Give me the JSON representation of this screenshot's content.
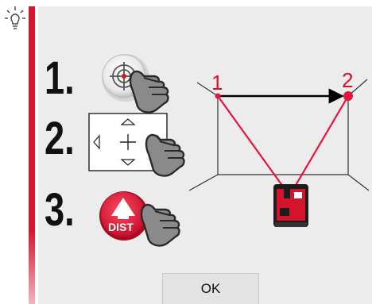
{
  "steps": [
    {
      "number": "1.",
      "icon": "target-icon"
    },
    {
      "number": "2.",
      "icon": "navigation-keypad-icon"
    },
    {
      "number": "3.",
      "icon": "dist-button-icon"
    }
  ],
  "dist_button": {
    "label": "DIST"
  },
  "diagram": {
    "point_1": "1",
    "point_2": "2"
  },
  "ok_button": {
    "label": "OK"
  },
  "colors": {
    "accent": "#d4142d",
    "panel": "#ececec"
  }
}
